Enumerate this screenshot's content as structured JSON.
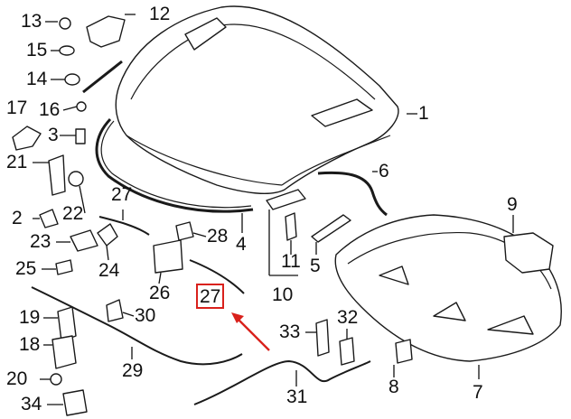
{
  "diagram": {
    "callouts": [
      {
        "id": "1",
        "text": "1"
      },
      {
        "id": "2",
        "text": "2"
      },
      {
        "id": "3",
        "text": "3"
      },
      {
        "id": "4",
        "text": "4"
      },
      {
        "id": "5",
        "text": "5"
      },
      {
        "id": "6",
        "text": "6"
      },
      {
        "id": "7",
        "text": "7"
      },
      {
        "id": "8",
        "text": "8"
      },
      {
        "id": "9",
        "text": "9"
      },
      {
        "id": "10",
        "text": "10"
      },
      {
        "id": "11",
        "text": "11"
      },
      {
        "id": "12",
        "text": "12"
      },
      {
        "id": "13",
        "text": "13"
      },
      {
        "id": "14",
        "text": "14"
      },
      {
        "id": "15",
        "text": "15"
      },
      {
        "id": "16",
        "text": "16"
      },
      {
        "id": "17",
        "text": "17"
      },
      {
        "id": "18",
        "text": "18"
      },
      {
        "id": "19",
        "text": "19"
      },
      {
        "id": "20",
        "text": "20"
      },
      {
        "id": "21",
        "text": "21"
      },
      {
        "id": "22",
        "text": "22"
      },
      {
        "id": "23",
        "text": "23"
      },
      {
        "id": "24",
        "text": "24"
      },
      {
        "id": "25",
        "text": "25"
      },
      {
        "id": "26",
        "text": "26"
      },
      {
        "id": "27a",
        "text": "27"
      },
      {
        "id": "27b",
        "text": "27"
      },
      {
        "id": "28",
        "text": "28"
      },
      {
        "id": "29",
        "text": "29"
      },
      {
        "id": "30",
        "text": "30"
      },
      {
        "id": "31",
        "text": "31"
      },
      {
        "id": "32",
        "text": "32"
      },
      {
        "id": "33",
        "text": "33"
      },
      {
        "id": "34",
        "text": "34"
      }
    ],
    "highlight_color": "#d9211c",
    "line_color": "#1a1a1a"
  }
}
